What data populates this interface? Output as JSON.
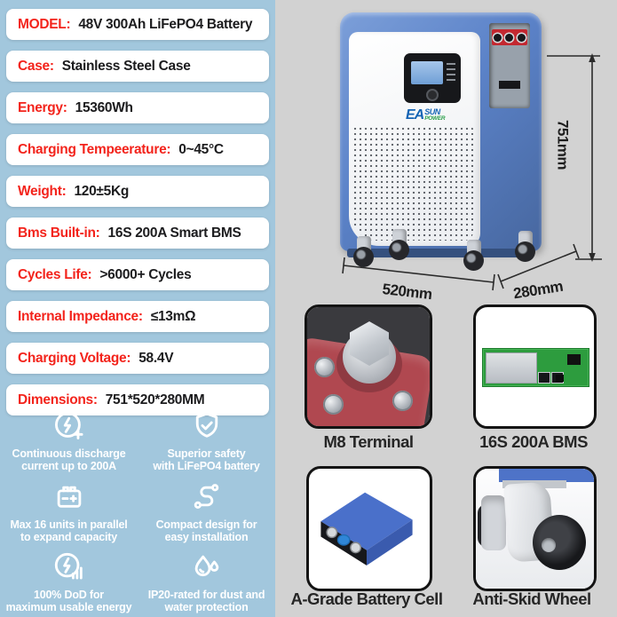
{
  "specs": [
    {
      "label": "MODEL:",
      "value": "48V 300Ah LiFePO4 Battery"
    },
    {
      "label": "Case:",
      "value": "Stainless Steel Case"
    },
    {
      "label": "Energy:",
      "value": "15360Wh"
    },
    {
      "label": "Charging Tempeerature:",
      "value": "0~45°C"
    },
    {
      "label": "Weight:",
      "value": "120±5Kg"
    },
    {
      "label": "Bms Built-in:",
      "value": "16S 200A Smart BMS"
    },
    {
      "label": "Cycles Life:",
      "value": ">6000+ Cycles"
    },
    {
      "label": "Internal Impedance:",
      "value": "≤13mΩ"
    },
    {
      "label": "Charging Voltage:",
      "value": "58.4V"
    },
    {
      "label": "Dimensions:",
      "value": "751*520*280MM"
    }
  ],
  "features": [
    {
      "icon": "discharge-lightning-plus-icon",
      "lines": [
        "Continuous discharge",
        "current up to 200A"
      ]
    },
    {
      "icon": "shield-check-icon",
      "lines": [
        "Superior safety",
        "with LiFePO4 battery"
      ]
    },
    {
      "icon": "battery-parallel-icon",
      "lines": [
        "Max 16 units in parallel",
        "to expand capacity"
      ]
    },
    {
      "icon": "route-path-icon",
      "lines": [
        "Compact design for",
        "easy installation"
      ]
    },
    {
      "icon": "dod-lightning-bars-icon",
      "lines": [
        "100% DoD for",
        "maximum usable energy"
      ]
    },
    {
      "icon": "water-drops-icon",
      "lines": [
        "IP20-rated for dust and",
        "water protection"
      ]
    }
  ],
  "product": {
    "brand": {
      "ea": "EA",
      "sun": "SUN",
      "power": "POWER"
    },
    "dimensions": {
      "height": "751mm",
      "width": "520mm",
      "depth": "280mm"
    }
  },
  "cards": [
    {
      "id": "m8-terminal",
      "label": "M8 Terminal"
    },
    {
      "id": "16s-200a-bms",
      "label": "16S 200A BMS"
    },
    {
      "id": "a-grade-battery-cell",
      "label": "A-Grade Battery Cell"
    },
    {
      "id": "anti-skid-wheel",
      "label": "Anti-Skid Wheel"
    }
  ],
  "colors": {
    "panel_blue": "#a2c7dd",
    "background_gray": "#d2d2d2",
    "accent_red": "#f3241c",
    "brand_blue": "#1464b4",
    "brand_green": "#2ea04c",
    "battery_frame_blue": "#5b82c8"
  }
}
